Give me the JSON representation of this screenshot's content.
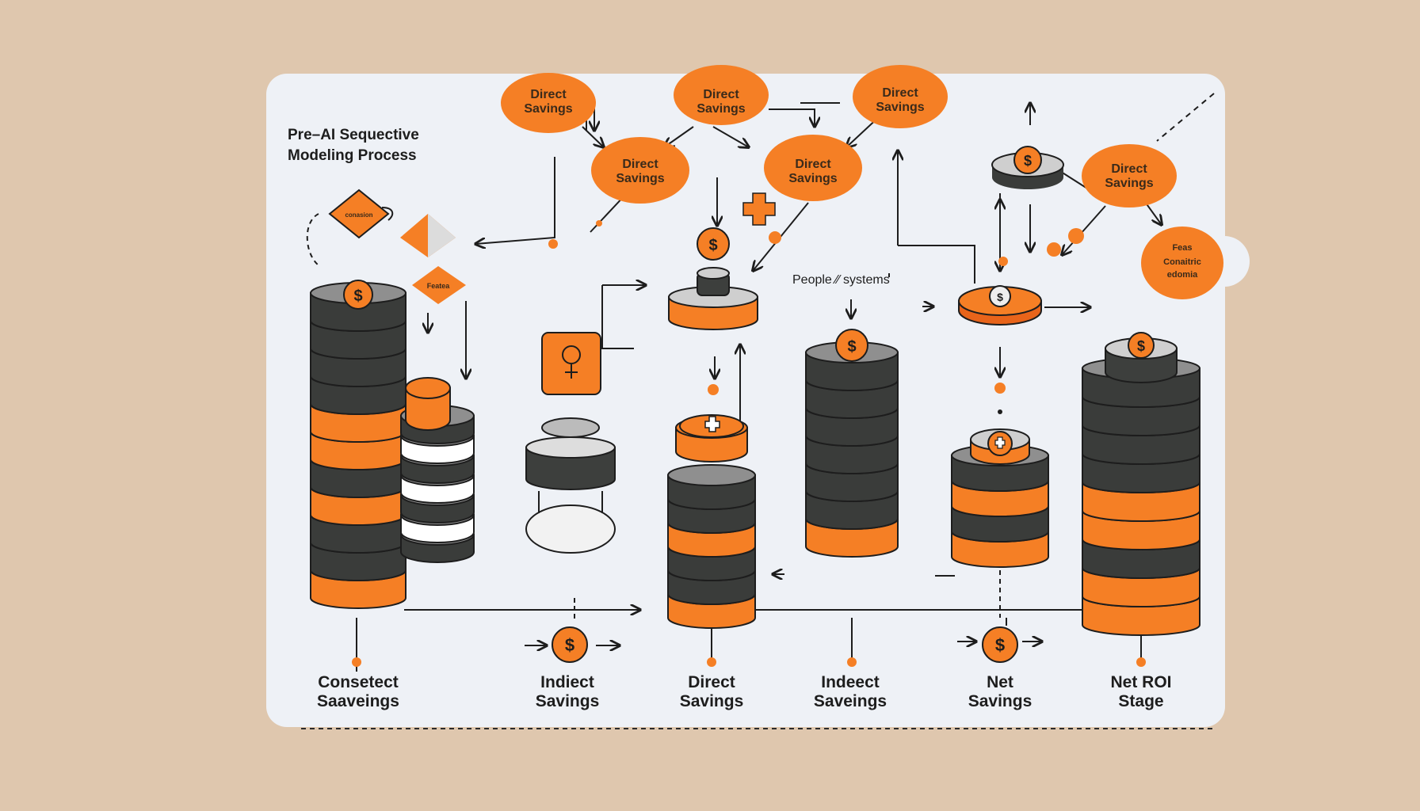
{
  "title": {
    "line1": "Pre–AI Sequective",
    "line2": "Modeling Process"
  },
  "top_bubbles": [
    {
      "label_line1": "Direct",
      "label_line2": "Savings"
    },
    {
      "label_line1": "Direct",
      "label_line2": "Savings"
    },
    {
      "label_line1": "Direct",
      "label_line2": "Savings"
    },
    {
      "label_line1": "Direct",
      "label_line2": "Savings"
    },
    {
      "label_line1": "Direct",
      "label_line2": "Savings"
    },
    {
      "label_line1": "Direct",
      "label_line2": "Savings"
    }
  ],
  "side_bubble": {
    "line1": "Feas",
    "line2": "Conaitric",
    "line3": "edomia"
  },
  "diamond_label": "conasion",
  "small_diamond_label": "Featea",
  "people_systems": "People ⁄⁄ systems",
  "stage_labels": [
    {
      "line1": "Consetect",
      "line2": "Saaveings"
    },
    {
      "line1": "Indiect",
      "line2": "Savings"
    },
    {
      "line1": "Direct",
      "line2": "Savings"
    },
    {
      "line1": "Indeect",
      "line2": "Saveings"
    },
    {
      "line1": "Net",
      "line2": "Savings"
    },
    {
      "line1": "Net ROI",
      "line2": "Stage"
    }
  ],
  "icons": {
    "dollar": "$",
    "plus": "+"
  },
  "colors": {
    "accent": "#f57f25",
    "dark": "#3a3c3a",
    "panel": "#eef1f6",
    "background": "#dfc7ae",
    "text": "#1d1d1d"
  }
}
